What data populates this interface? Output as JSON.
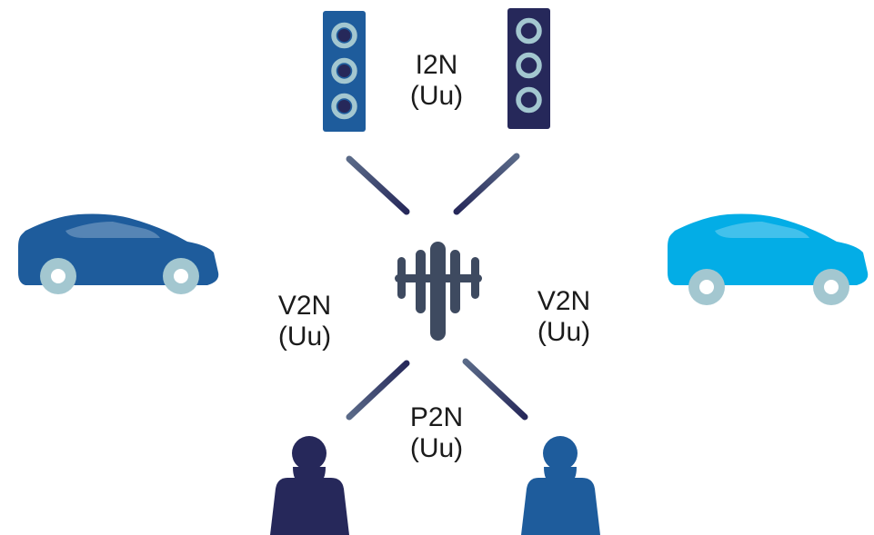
{
  "links": {
    "i2n": {
      "type": "I2N",
      "interface": "(Uu)"
    },
    "v2n_left": {
      "type": "V2N",
      "interface": "(Uu)"
    },
    "v2n_right": {
      "type": "V2N",
      "interface": "(Uu)"
    },
    "p2n": {
      "type": "P2N",
      "interface": "(Uu)"
    }
  },
  "icons": {
    "center": "cell-tower-icon",
    "top_left": "traffic-light-icon",
    "top_right": "traffic-light-icon",
    "left": "car-icon",
    "right": "car-icon",
    "bottom_left": "pedestrian-icon",
    "bottom_right": "pedestrian-icon"
  },
  "colors": {
    "navy": "#26285a",
    "blue": "#1e5c9c",
    "cyan": "#03ade6",
    "tower": "#3e4a60",
    "light_lens": "#a3c7d0",
    "wheel": "#a3c7d0"
  }
}
